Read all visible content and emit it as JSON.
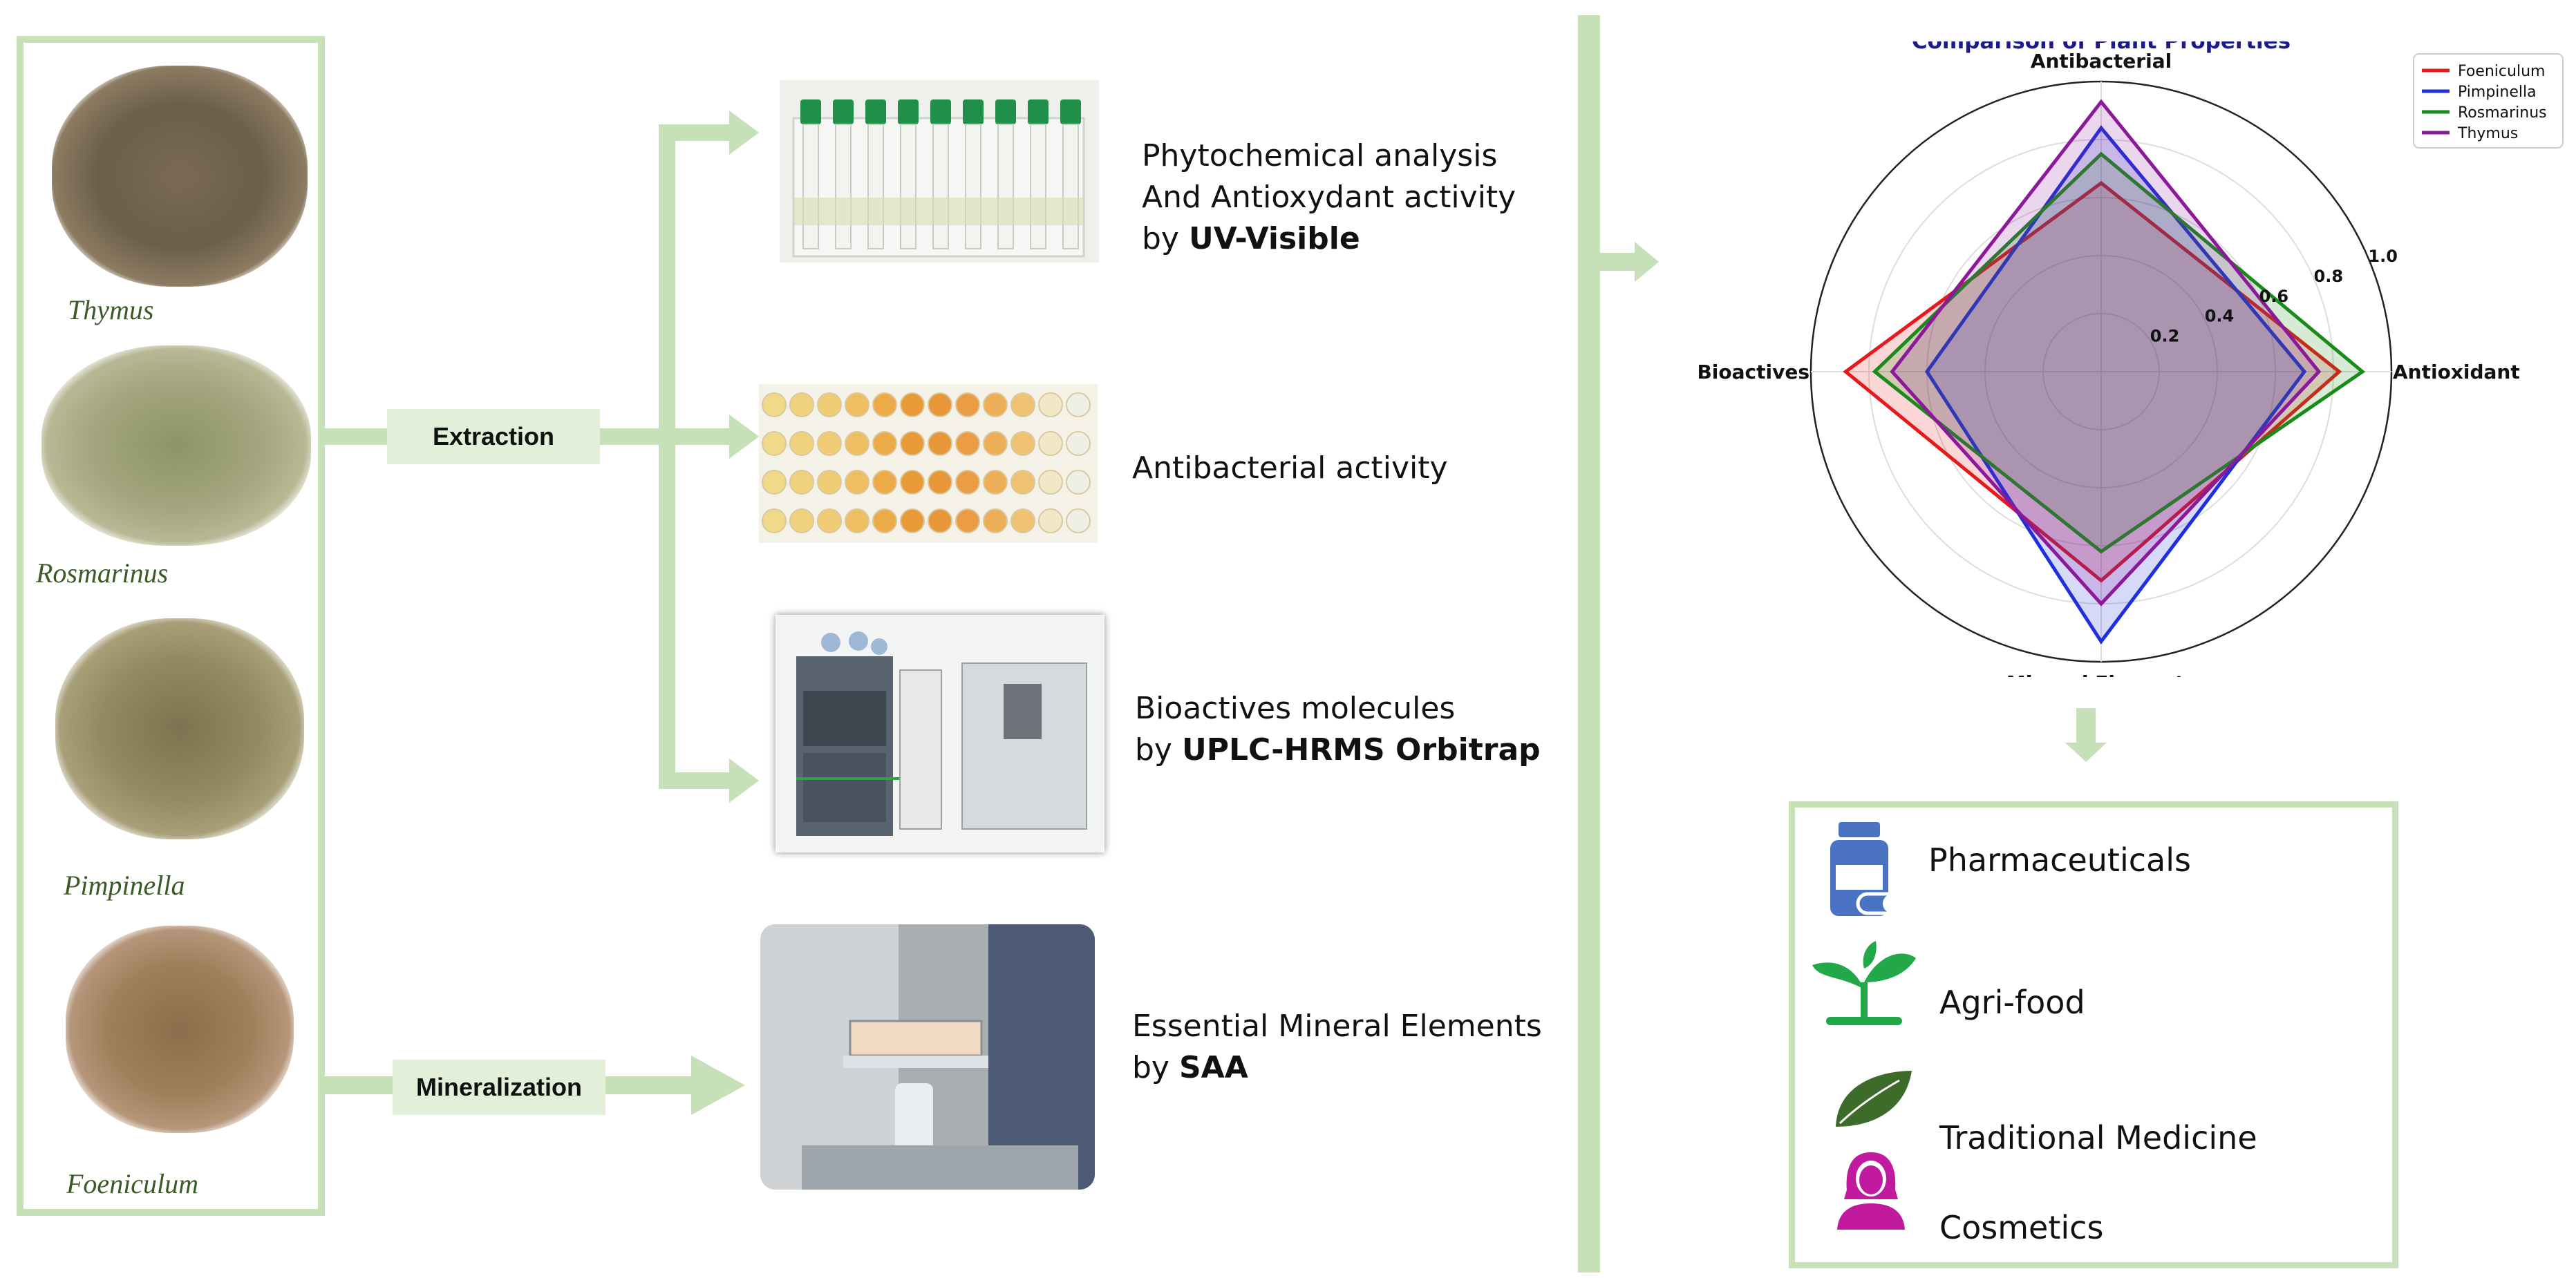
{
  "plants": [
    {
      "name": "Thymus"
    },
    {
      "name": "Rosmarinus"
    },
    {
      "name": "Pimpinella"
    },
    {
      "name": "Foeniculum"
    }
  ],
  "steps": {
    "extraction": "Extraction",
    "mineralization": "Mineralization"
  },
  "methods": [
    {
      "line1": "Phytochemical analysis",
      "line2": "And Antioxydant activity",
      "line3_prefix": "by ",
      "line3_bold": "UV-Visible"
    },
    {
      "line1": "Antibacterial activity"
    },
    {
      "line1": "Bioactives molecules",
      "line2_prefix": "by ",
      "line2_bold": "UPLC-HRMS Orbitrap"
    },
    {
      "line1": "Essential Mineral Elements",
      "line2_prefix": "by ",
      "line2_bold": "SAA"
    }
  ],
  "chart_data": {
    "type": "radar",
    "title": "Comparison of Plant Properties",
    "axes": [
      "Antibacterial",
      "Antioxidant",
      "Mineral Elements",
      "Bioactives"
    ],
    "radial_ticks": [
      "0.2",
      "0.4",
      "0.6",
      "0.8",
      "1.0"
    ],
    "rlim": [
      0,
      1.0
    ],
    "legend_position": "top-right",
    "series": [
      {
        "name": "Foeniculum",
        "color": "#e41a1c",
        "values": [
          0.65,
          0.82,
          0.72,
          0.88
        ]
      },
      {
        "name": "Pimpinella",
        "color": "#1f2fdc",
        "values": [
          0.84,
          0.7,
          0.93,
          0.6
        ]
      },
      {
        "name": "Rosmarinus",
        "color": "#1a8a1a",
        "values": [
          0.75,
          0.9,
          0.62,
          0.78
        ]
      },
      {
        "name": "Thymus",
        "color": "#8b1a9a",
        "values": [
          0.93,
          0.75,
          0.8,
          0.72
        ]
      }
    ]
  },
  "applications": [
    {
      "label": "Pharmaceuticals",
      "icon": "medicine-bottle-icon",
      "color": "#4a73c4"
    },
    {
      "label": "Agri-food",
      "icon": "plant-sprout-icon",
      "color": "#22a848"
    },
    {
      "label": "Traditional Medicine",
      "icon": "leaf-icon",
      "color": "#3d6b2a"
    },
    {
      "label": "Cosmetics",
      "icon": "woman-icon",
      "color": "#c21a9f"
    }
  ]
}
